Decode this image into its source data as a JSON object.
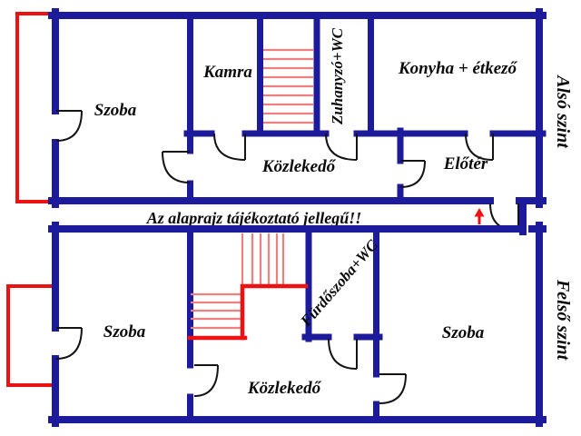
{
  "colors": {
    "wall": "#1b1b9b",
    "door": "#141414",
    "stair": "#f08080",
    "red": "#ee1111",
    "ink": "#0a0a0a",
    "bg": "#ffffff"
  },
  "disclaimer": "Az alaprajz tájékoztató jellegű!!",
  "ground_floor": {
    "side_label": "Alsó szint",
    "rooms": {
      "szoba": "Szoba",
      "kamra": "Kamra",
      "zuhanyzo_wc": "Zuhanyzó+WC",
      "konyha_etkezo": "Konyha + étkező",
      "kozlekedo": "Közlekedő",
      "eloter": "Előtér"
    }
  },
  "upper_floor": {
    "side_label": "Felső szint",
    "rooms": {
      "szoba_left": "Szoba",
      "furdoszoba_wc": "Fürdőszoba+WC",
      "szoba_right": "Szoba",
      "kozlekedo": "Közlekedő"
    }
  }
}
